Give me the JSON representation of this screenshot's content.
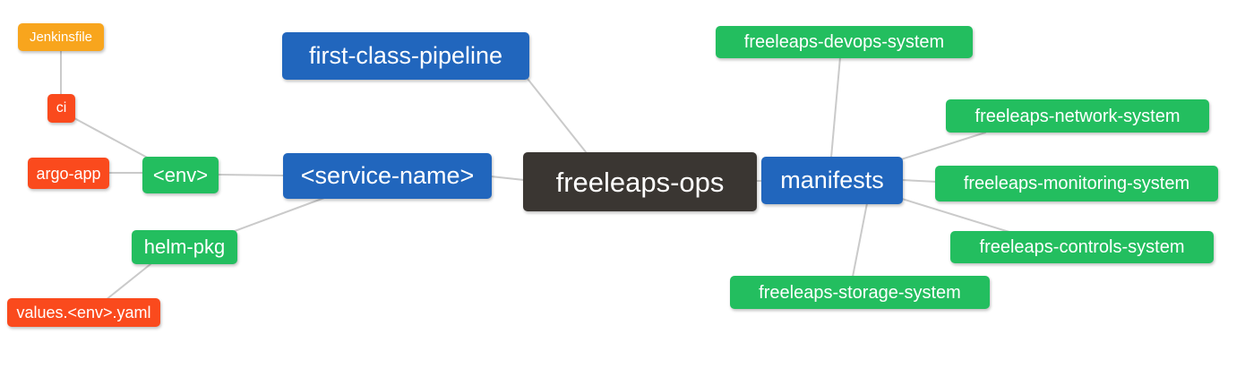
{
  "diagram": {
    "type": "mindmap",
    "background": "#ffffff",
    "edge_color": "#cacaca",
    "palette": {
      "blue": "#2166bd",
      "green": "#23be5f",
      "red_orange": "#fa4a1d",
      "orange": "#f8a51d",
      "dark": "#3a3632",
      "text": "#ffffff"
    },
    "nodes": {
      "jenkinsfile": {
        "label": "Jenkinsfile",
        "color": "#f8a51d"
      },
      "ci": {
        "label": "ci",
        "color": "#fa4a1d"
      },
      "argo_app": {
        "label": "argo-app",
        "color": "#fa4a1d"
      },
      "env": {
        "label": "<env>",
        "color": "#23be5f"
      },
      "helm_pkg": {
        "label": "helm-pkg",
        "color": "#23be5f"
      },
      "values_env_yaml": {
        "label": "values.<env>.yaml",
        "color": "#fa4a1d"
      },
      "first_class_pipeline": {
        "label": "first-class-pipeline",
        "color": "#2166bd"
      },
      "service_name": {
        "label": "<service-name>",
        "color": "#2166bd"
      },
      "freeleaps_ops": {
        "label": "freeleaps-ops",
        "color": "#3a3632"
      },
      "manifests": {
        "label": "manifests",
        "color": "#2166bd"
      },
      "devops_system": {
        "label": "freeleaps-devops-system",
        "color": "#23be5f"
      },
      "network_system": {
        "label": "freeleaps-network-system",
        "color": "#23be5f"
      },
      "monitoring_system": {
        "label": "freeleaps-monitoring-system",
        "color": "#23be5f"
      },
      "controls_system": {
        "label": "freeleaps-controls-system",
        "color": "#23be5f"
      },
      "storage_system": {
        "label": "freeleaps-storage-system",
        "color": "#23be5f"
      }
    },
    "edges": [
      {
        "from": "jenkinsfile",
        "to": "ci"
      },
      {
        "from": "ci",
        "to": "env"
      },
      {
        "from": "argo_app",
        "to": "env"
      },
      {
        "from": "env",
        "to": "service_name"
      },
      {
        "from": "helm_pkg",
        "to": "service_name"
      },
      {
        "from": "values_env_yaml",
        "to": "helm_pkg"
      },
      {
        "from": "first_class_pipeline",
        "to": "freeleaps_ops"
      },
      {
        "from": "service_name",
        "to": "freeleaps_ops"
      },
      {
        "from": "freeleaps_ops",
        "to": "manifests"
      },
      {
        "from": "manifests",
        "to": "devops_system"
      },
      {
        "from": "manifests",
        "to": "network_system"
      },
      {
        "from": "manifests",
        "to": "monitoring_system"
      },
      {
        "from": "manifests",
        "to": "controls_system"
      },
      {
        "from": "manifests",
        "to": "storage_system"
      }
    ]
  }
}
